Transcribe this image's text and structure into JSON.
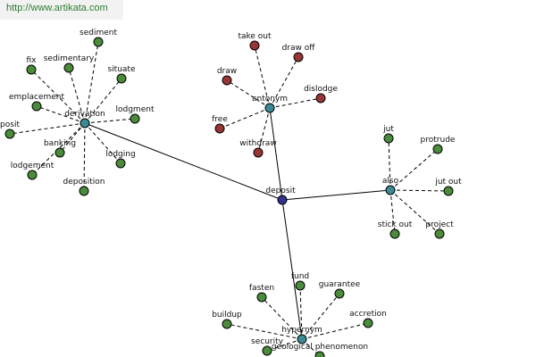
{
  "source_link": "http://www.artikata.com",
  "colors": {
    "center": "#33338f",
    "relation": "#3b8a94",
    "green": "#4a8c3a",
    "red": "#9a3535",
    "edge": "#000000"
  },
  "graph": {
    "center": {
      "label": "deposit"
    },
    "relations": [
      {
        "key": "derivation",
        "label": "derivation",
        "terms": [
          "sediment",
          "sedimentary",
          "situate",
          "fix",
          "emplacement",
          "lodgment",
          "posit",
          "banking",
          "lodging",
          "lodgement",
          "deposition"
        ]
      },
      {
        "key": "antonym",
        "label": "antonym",
        "terms": [
          "take out",
          "draw off",
          "draw",
          "dislodge",
          "free",
          "withdraw"
        ]
      },
      {
        "key": "also",
        "label": "also",
        "terms": [
          "jut",
          "protrude",
          "jut out",
          "stick out",
          "project"
        ]
      },
      {
        "key": "hypernym",
        "label": "hypernym",
        "terms": [
          "fund",
          "guarantee",
          "fasten",
          "buildup",
          "accretion",
          "security",
          "geological phenomenon"
        ]
      }
    ]
  }
}
